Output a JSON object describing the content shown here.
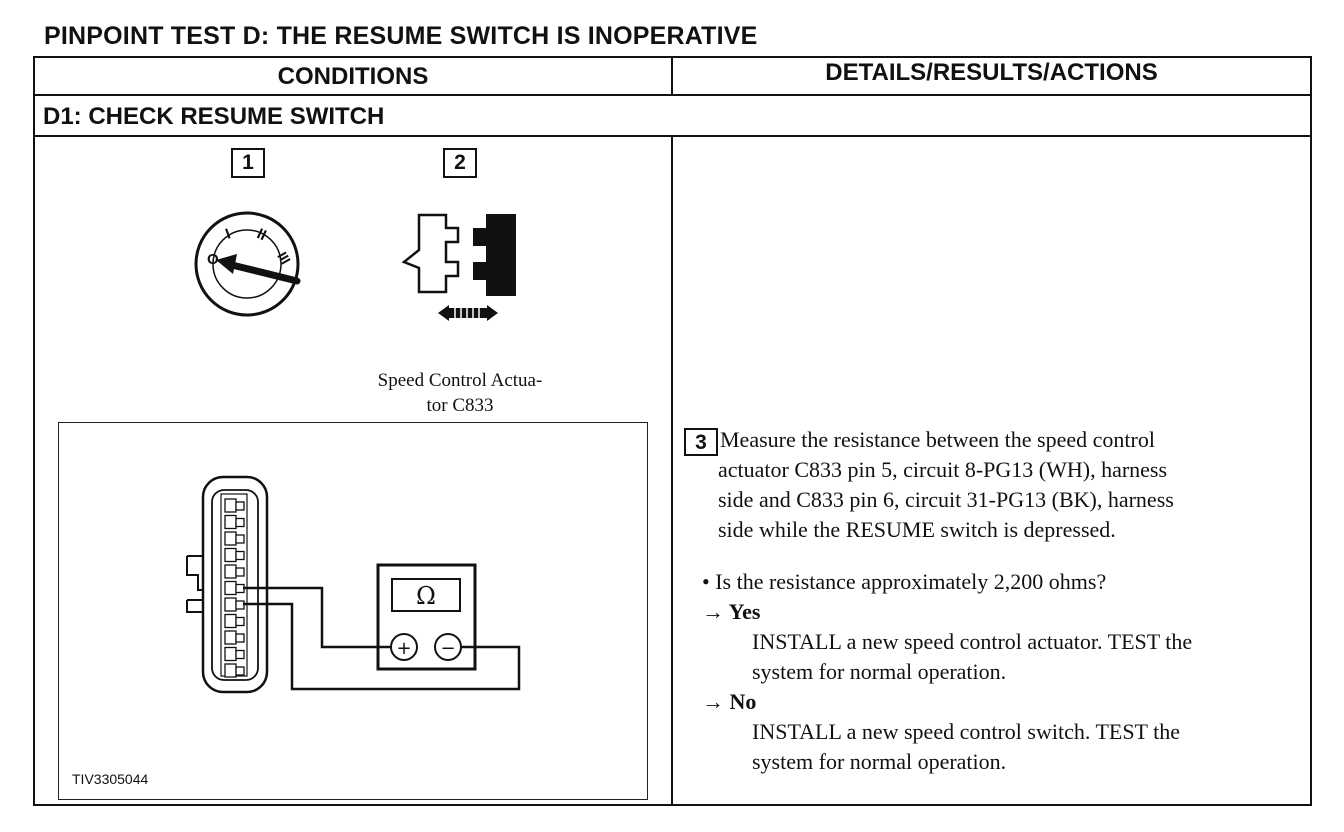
{
  "title": "PINPOINT TEST D: THE RESUME SWITCH IS INOPERATIVE",
  "table": {
    "col_conditions": "CONDITIONS",
    "col_details": "DETAILS/RESULTS/ACTIONS",
    "step_header": "D1: CHECK RESUME SWITCH"
  },
  "figure": {
    "step1": "1",
    "step2": "2",
    "ignition_marks": {
      "zero": "O",
      "one": "I",
      "two": "II",
      "three": "III"
    },
    "actuator_label_line1": "Speed Control Actua-",
    "actuator_label_line2": "tor C833",
    "meter_symbol": "Ω",
    "plus": "+",
    "minus": "−",
    "code": "TIV3305044"
  },
  "details": {
    "step3": "3",
    "measure_line1": "Measure the resistance between the speed control",
    "measure_line2": "actuator C833 pin 5, circuit 8-PG13 (WH), harness",
    "measure_line3": "side and C833 pin 6, circuit 31-PG13 (BK), harness",
    "measure_line4": "side while the RESUME switch is depressed.",
    "question": "• Is the resistance approximately 2,200 ohms?",
    "yes_label": "→ Yes",
    "yes_line1": "INSTALL a new speed control actuator. TEST the",
    "yes_line2": "system for normal operation.",
    "no_label": "→ No",
    "no_line1": "INSTALL a new speed control switch. TEST the",
    "no_line2": "system for normal operation."
  }
}
